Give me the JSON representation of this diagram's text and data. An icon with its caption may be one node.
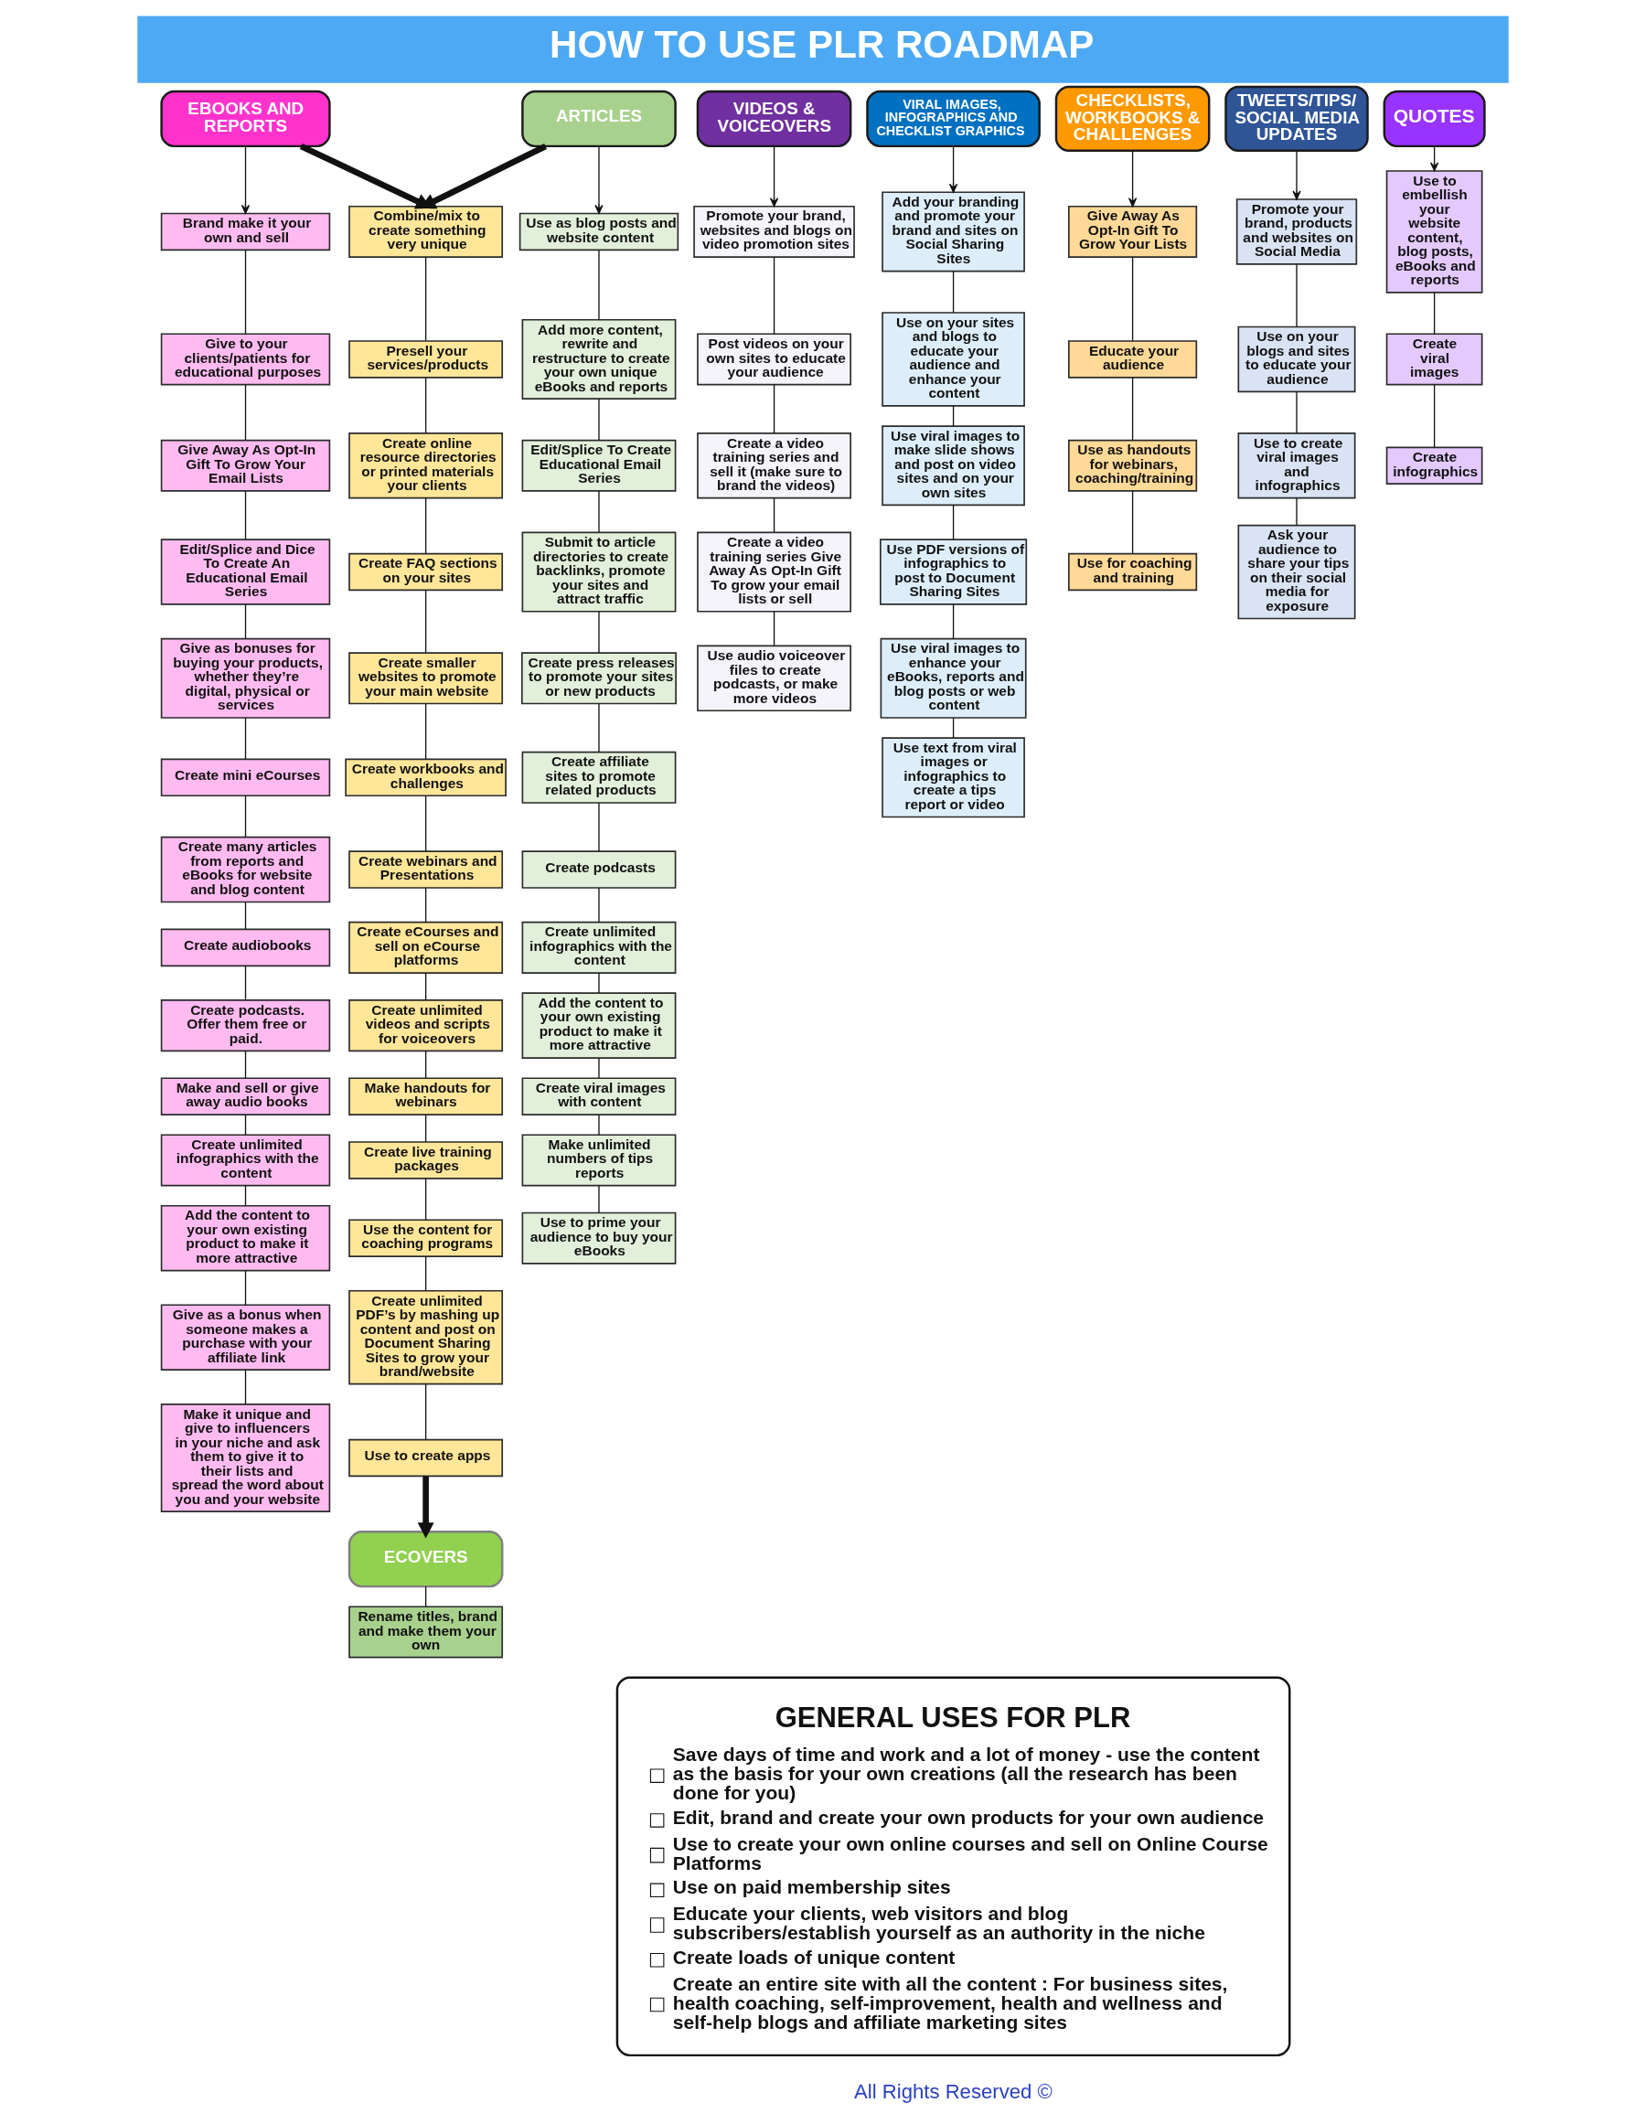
{
  "diagram": {
    "title": "HOW TO USE PLR ROADMAP",
    "nodes": [
      {
        "text": [
          "EBOOKS AND REPORTS"
        ]
      },
      {
        "text": [
          "Brand make it your own and sell"
        ]
      },
      {
        "text": [
          "Give to your clients/patients for educational purposes"
        ]
      },
      {
        "text": [
          "Give Away As Opt-In Gift To Grow Your Email Lists"
        ]
      },
      {
        "text": [
          "Edit/Splice and Dice To Create An Educational Email Series"
        ]
      },
      {
        "text": [
          "Give as bonuses for buying your products, whether they’re digital, physical or services"
        ]
      },
      {
        "text": [
          "Create mini eCourses"
        ]
      },
      {
        "text": [
          "Create many articles from reports and eBooks for website and blog content"
        ]
      },
      {
        "text": [
          "Create audiobooks"
        ]
      },
      {
        "text": [
          "Create podcasts. Offer them free or paid."
        ]
      },
      {
        "text": [
          "Make and sell or give away audio books"
        ]
      },
      {
        "text": [
          "Create unlimited infographics with the content"
        ]
      },
      {
        "text": [
          "Add the content to your own existing product to make it more attractive"
        ]
      },
      {
        "text": [
          "Give as a bonus when someone makes a purchase with your affiliate link"
        ]
      },
      {
        "text": [
          "Make it unique and give to influencers in your niche and ask them to give it to their lists and spread the word about you and your website"
        ]
      },
      {
        "text": [
          "Combine/mix to create something very unique"
        ]
      },
      {
        "text": [
          "Presell your services/products"
        ]
      },
      {
        "text": [
          "Create online resource directories or printed materials your clients"
        ]
      },
      {
        "text": [
          "Create FAQ sections on your sites"
        ]
      },
      {
        "text": [
          "Create smaller websites to promote your main website"
        ]
      },
      {
        "text": [
          "Create workbooks and challenges"
        ]
      },
      {
        "text": [
          "Create webinars and Presentations"
        ]
      },
      {
        "text": [
          "Create eCourses and sell on eCourse platforms"
        ]
      },
      {
        "text": [
          "Create unlimited videos and scripts for voiceovers"
        ]
      },
      {
        "text": [
          "Make handouts for webinars"
        ]
      },
      {
        "text": [
          "Create live training packages"
        ]
      },
      {
        "text": [
          "Use the content for coaching programs"
        ]
      },
      {
        "text": [
          "Create unlimited PDF’s by mashing up content and post on Document Sharing Sites to grow your brand/website"
        ]
      },
      {
        "text": [
          "Use to create apps"
        ]
      },
      {
        "text": [
          "ECOVERS"
        ]
      },
      {
        "text": [
          "Rename titles, brand and make them your own"
        ]
      },
      {
        "text": [
          "ARTICLES"
        ]
      },
      {
        "text": [
          "Use as blog posts and website content"
        ]
      },
      {
        "text": [
          "Add more content, rewrite and restructure to create your own unique eBooks and reports"
        ]
      },
      {
        "text": [
          "Edit/Splice To Create Educational Email Series"
        ]
      },
      {
        "text": [
          "Submit to article directories to create backlinks, promote your sites and attract traffic"
        ]
      },
      {
        "text": [
          "Create press releases to promote your sites or new products"
        ]
      },
      {
        "text": [
          "Create affiliate sites to promote related products"
        ]
      },
      {
        "text": [
          "Create podcasts"
        ]
      },
      {
        "text": [
          "Create unlimited infographics with the content"
        ]
      },
      {
        "text": [
          "Add the content to your own existing product to make it more attractive"
        ]
      },
      {
        "text": [
          "Create viral images with content"
        ]
      },
      {
        "text": [
          "Make unlimited numbers of tips reports"
        ]
      },
      {
        "text": [
          "Use to prime your audience to buy your eBooks"
        ]
      },
      {
        "text": [
          "VIDEOS & VOICEOVERS"
        ]
      },
      {
        "text": [
          "Promote your brand, websites and blogs on video promotion sites"
        ]
      },
      {
        "text": [
          "Post videos on your own sites to educate your audience"
        ]
      },
      {
        "text": [
          "Create a video training series and sell it (make sure to brand the videos)"
        ]
      },
      {
        "text": [
          "Create a video training series Give Away As Opt-In Gift To grow your email lists or sell"
        ]
      },
      {
        "text": [
          "Use audio voiceover files to create podcasts, or make more videos"
        ]
      },
      {
        "text": [
          "VIRAL IMAGES, INFOGRAPHICS AND CHECKLIST GRAPHICS"
        ]
      },
      {
        "text": [
          "Add your branding and promote your brand and sites on Social Sharing Sites"
        ]
      },
      {
        "text": [
          "Use on your sites and blogs to educate your audience and enhance your content"
        ]
      },
      {
        "text": [
          "Use viral images to make slide shows and post on video sites and on your own sites"
        ]
      },
      {
        "text": [
          "Use PDF versions of infographics to post to Document Sharing Sites"
        ]
      },
      {
        "text": [
          "Use viral images to enhance your eBooks, reports and blog posts or web content"
        ]
      },
      {
        "text": [
          "Use text from viral images or infographics to create a tips report or video"
        ]
      },
      {
        "text": [
          "CHECKLISTS, WORKBOOKS & CHALLENGES"
        ]
      },
      {
        "text": [
          "Give Away As Opt-In Gift To Grow Your Lists"
        ]
      },
      {
        "text": [
          "Educate your audience"
        ]
      },
      {
        "text": [
          "Use as handouts for webinars, coaching/training"
        ]
      },
      {
        "text": [
          "Use for coaching and training"
        ]
      },
      {
        "text": [
          "TWEETS/TIPS/ SOCIAL MEDIA UPDATES"
        ]
      },
      {
        "text": [
          "Promote your brand, products and websites on Social Media"
        ]
      },
      {
        "text": [
          "Use on your blogs and sites to educate your audience"
        ]
      },
      {
        "text": [
          "Use to create viral images and infographics"
        ]
      },
      {
        "text": [
          "Ask your audience to share your tips on their social media for exposure"
        ]
      },
      {
        "text": [
          "QUOTES"
        ]
      },
      {
        "text": [
          "Use to embellish your website content, blog posts, eBooks and reports"
        ]
      },
      {
        "text": [
          "Create viral images"
        ]
      },
      {
        "text": [
          "Create infographics"
        ]
      },
      {
        "text": [
          "GENERAL USES FOR PLR",
          "Save days of time and work and a lot of money - use the content as the basis for your own creations (all the research has been done for you)",
          "Edit, brand and create your own products for your own audience",
          "Use to create your own online courses and sell on Online Course Platforms",
          "Use on paid membership sites",
          "Educate your clients, web visitors and blog subscribers/establish yourself as an authority in the niche",
          "Create loads of unique content",
          "Create an entire site with all the content : For business sites, health coaching, self-improvement, health and wellness and self-help blogs and affiliate marketing sites"
        ]
      }
    ],
    "edges": [
      {
        "from": 0,
        "to": 1,
        "arrow": "to"
      },
      {
        "from": 1,
        "to": 2,
        "arrow": "none"
      },
      {
        "from": 2,
        "to": 3,
        "arrow": "none"
      },
      {
        "from": 3,
        "to": 4,
        "arrow": "none"
      },
      {
        "from": 4,
        "to": 5,
        "arrow": "none"
      },
      {
        "from": 5,
        "to": 6,
        "arrow": "none"
      },
      {
        "from": 6,
        "to": 7,
        "arrow": "none"
      },
      {
        "from": 7,
        "to": 8,
        "arrow": "none"
      },
      {
        "from": 8,
        "to": 9,
        "arrow": "none"
      },
      {
        "from": 9,
        "to": 10,
        "arrow": "none"
      },
      {
        "from": 10,
        "to": 11,
        "arrow": "none"
      },
      {
        "from": 11,
        "to": 12,
        "arrow": "none"
      },
      {
        "from": 12,
        "to": 13,
        "arrow": "none"
      },
      {
        "from": 13,
        "to": 14,
        "arrow": "none"
      },
      {
        "from": 0,
        "to": 15,
        "arrow": "to",
        "style": "thick"
      },
      {
        "from": 31,
        "to": 15,
        "arrow": "to",
        "style": "thick"
      },
      {
        "from": 15,
        "to": 16,
        "arrow": "none"
      },
      {
        "from": 16,
        "to": 17,
        "arrow": "none"
      },
      {
        "from": 17,
        "to": 18,
        "arrow": "none"
      },
      {
        "from": 18,
        "to": 19,
        "arrow": "none"
      },
      {
        "from": 19,
        "to": 20,
        "arrow": "none"
      },
      {
        "from": 20,
        "to": 21,
        "arrow": "none"
      },
      {
        "from": 21,
        "to": 22,
        "arrow": "none"
      },
      {
        "from": 22,
        "to": 23,
        "arrow": "none"
      },
      {
        "from": 23,
        "to": 24,
        "arrow": "none"
      },
      {
        "from": 24,
        "to": 25,
        "arrow": "none"
      },
      {
        "from": 25,
        "to": 26,
        "arrow": "none"
      },
      {
        "from": 26,
        "to": 27,
        "arrow": "none"
      },
      {
        "from": 27,
        "to": 28,
        "arrow": "none"
      },
      {
        "from": 28,
        "to": 29,
        "arrow": "to",
        "style": "thick"
      },
      {
        "from": 29,
        "to": 30,
        "arrow": "none"
      },
      {
        "from": 31,
        "to": 32,
        "arrow": "to"
      },
      {
        "from": 32,
        "to": 33,
        "arrow": "none"
      },
      {
        "from": 33,
        "to": 34,
        "arrow": "none"
      },
      {
        "from": 34,
        "to": 35,
        "arrow": "none"
      },
      {
        "from": 35,
        "to": 36,
        "arrow": "none"
      },
      {
        "from": 36,
        "to": 37,
        "arrow": "none"
      },
      {
        "from": 37,
        "to": 38,
        "arrow": "none"
      },
      {
        "from": 38,
        "to": 39,
        "arrow": "none"
      },
      {
        "from": 39,
        "to": 40,
        "arrow": "none"
      },
      {
        "from": 40,
        "to": 41,
        "arrow": "none"
      },
      {
        "from": 41,
        "to": 42,
        "arrow": "none"
      },
      {
        "from": 42,
        "to": 43,
        "arrow": "none"
      },
      {
        "from": 44,
        "to": 45,
        "arrow": "to"
      },
      {
        "from": 45,
        "to": 46,
        "arrow": "none"
      },
      {
        "from": 46,
        "to": 47,
        "arrow": "none"
      },
      {
        "from": 47,
        "to": 48,
        "arrow": "none"
      },
      {
        "from": 48,
        "to": 49,
        "arrow": "none"
      },
      {
        "from": 50,
        "to": 51,
        "arrow": "to"
      },
      {
        "from": 51,
        "to": 52,
        "arrow": "none"
      },
      {
        "from": 52,
        "to": 53,
        "arrow": "none"
      },
      {
        "from": 53,
        "to": 54,
        "arrow": "none"
      },
      {
        "from": 54,
        "to": 55,
        "arrow": "none"
      },
      {
        "from": 55,
        "to": 56,
        "arrow": "none"
      },
      {
        "from": 57,
        "to": 58,
        "arrow": "to"
      },
      {
        "from": 58,
        "to": 59,
        "arrow": "none"
      },
      {
        "from": 59,
        "to": 60,
        "arrow": "none"
      },
      {
        "from": 60,
        "to": 61,
        "arrow": "none"
      },
      {
        "from": 62,
        "to": 63,
        "arrow": "to"
      },
      {
        "from": 63,
        "to": 64,
        "arrow": "none"
      },
      {
        "from": 64,
        "to": 65,
        "arrow": "none"
      },
      {
        "from": 65,
        "to": 66,
        "arrow": "none"
      },
      {
        "from": 67,
        "to": 68,
        "arrow": "to"
      },
      {
        "from": 68,
        "to": 69,
        "arrow": "none"
      },
      {
        "from": 69,
        "to": 70,
        "arrow": "none"
      }
    ],
    "labels": [
      "All Rights Reserved ©"
    ]
  }
}
